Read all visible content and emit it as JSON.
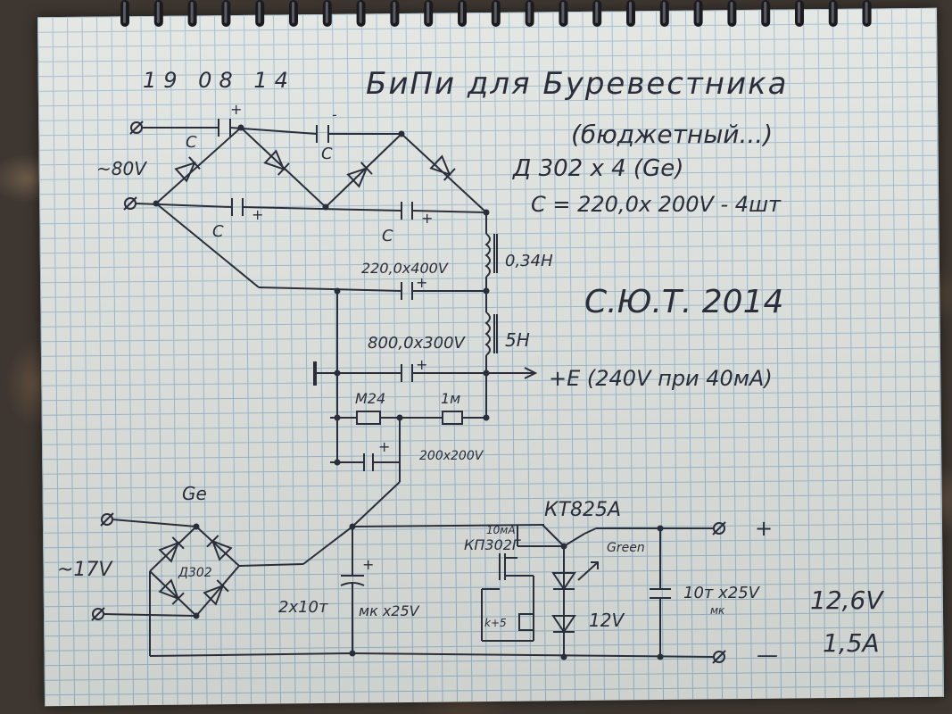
{
  "notebook": {
    "colors": {
      "ink": "#2a2d3a",
      "grid": "#9bb6c9",
      "paper": "#dfe3df",
      "ring": "#1b1b1f"
    }
  },
  "header": {
    "date": "19 08 14",
    "title": "БиПи для Буревестника",
    "subtitle": "(бюджетный...)",
    "diodes_note": "Д 302 x 4 (Ge)",
    "caps_note": "C = 220,0x 200V - 4шт",
    "signature": "С.Ю.Т. 2014"
  },
  "hv_section": {
    "input_voltage": "~80V",
    "cap_label": "C",
    "plus": "+",
    "minus": "-",
    "cap1": "220,0x400V",
    "choke1": "0,34H",
    "cap2": "800,0x300V",
    "choke2": "5H",
    "output": "+E (240V при 40мА)",
    "res1": "M24",
    "res2": "1м",
    "cap3": "200x200V"
  },
  "lv_section": {
    "bridge_type": "Ge",
    "input_voltage": "~17V",
    "bridge_diodes": "Д302",
    "cap_input": "2x10т",
    "cap_input_rating": "мк x25V",
    "current_source_current": "10мА",
    "current_source_fet": "КП302Г",
    "resistor": "k+5",
    "transistor": "КТ825А",
    "led": "Green",
    "zener": "12V",
    "cap_output": "10т x25V",
    "cap_output_unit": "мк",
    "out_plus": "+",
    "out_minus": "—",
    "out_voltage": "12,6V",
    "out_current": "1,5A"
  }
}
